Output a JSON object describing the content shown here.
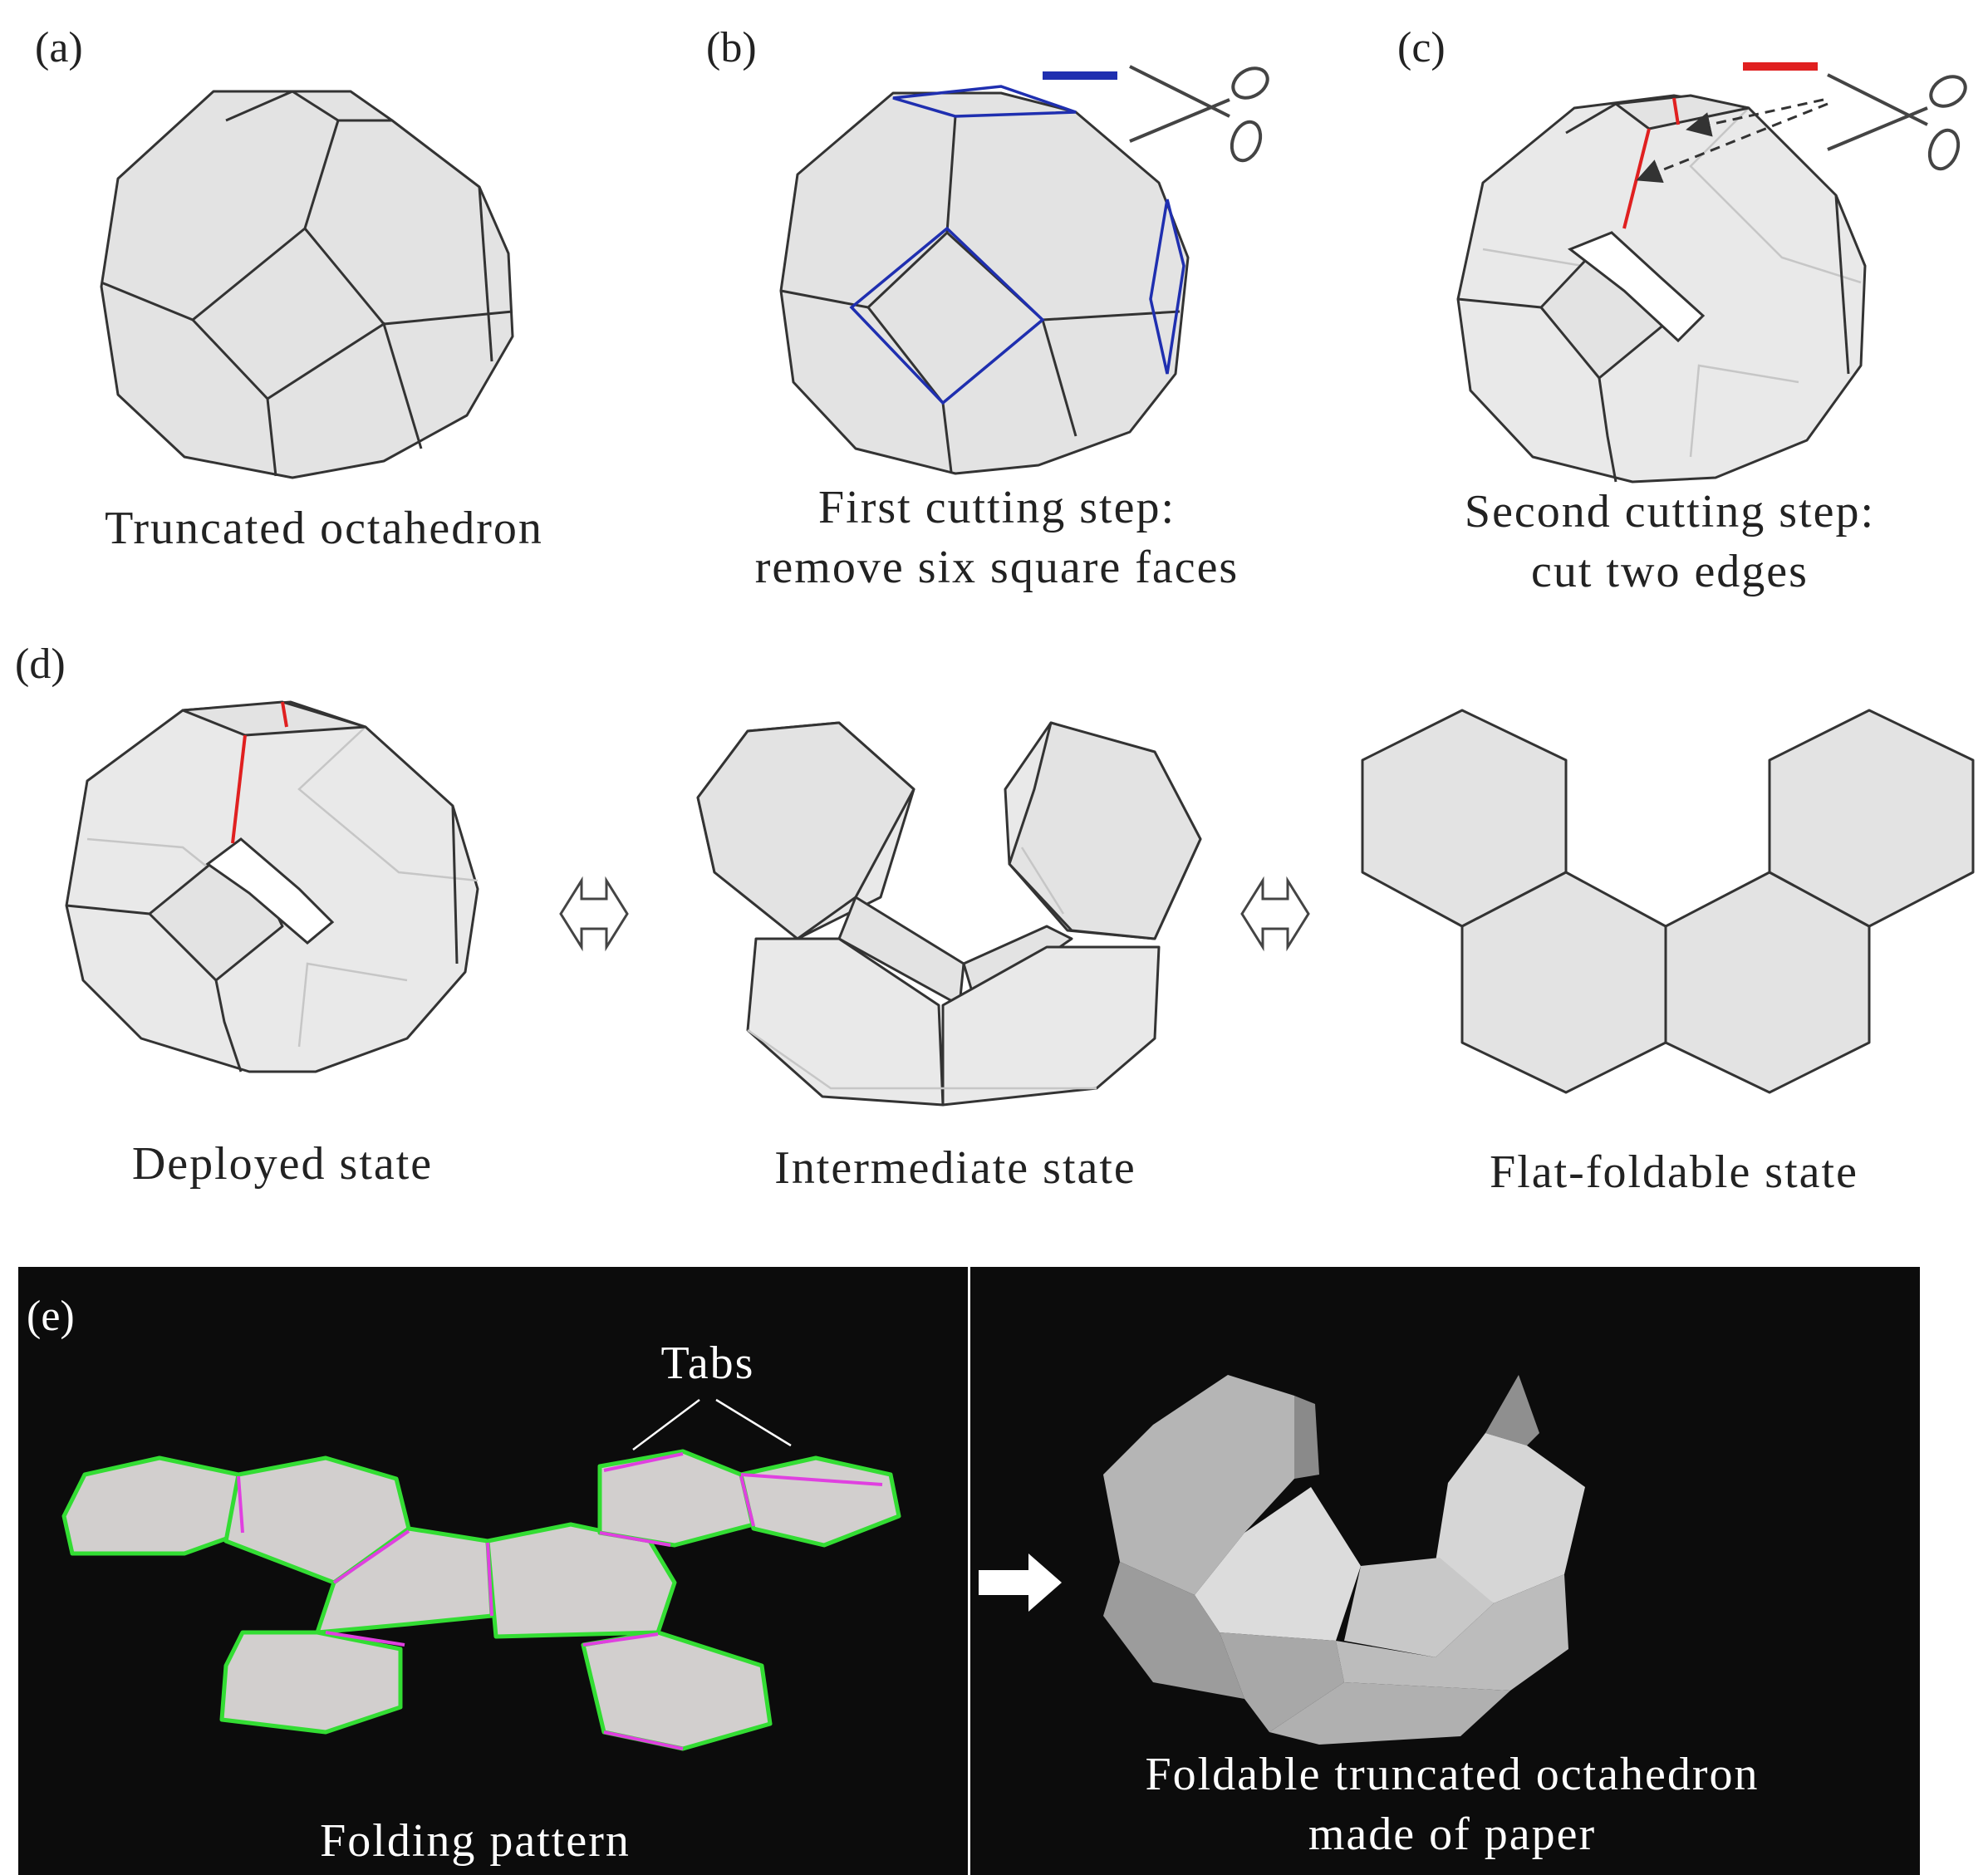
{
  "panels": {
    "a": {
      "label": "(a)",
      "caption": "Truncated octahedron"
    },
    "b": {
      "label": "(b)",
      "caption_line1": "First cutting step:",
      "caption_line2": "remove six square faces"
    },
    "c": {
      "label": "(c)",
      "caption_line1": "Second cutting step:",
      "caption_line2": "cut two edges"
    },
    "d": {
      "label": "(d)",
      "states": [
        "Deployed state",
        "Intermediate state",
        "Flat-foldable state"
      ]
    },
    "e": {
      "label": "(e)",
      "tabs_label": "Tabs",
      "left_caption": "Folding pattern",
      "right_caption_line1": "Foldable truncated octahedron",
      "right_caption_line2": "made of paper"
    }
  },
  "colors": {
    "cut_line_b": "#1f2fb0",
    "cut_line_c": "#e02020",
    "tab_edges": "#e040e0",
    "outline_green": "#33dd33"
  },
  "icons": [
    "scissors-icon",
    "double-arrow-icon",
    "right-arrow-icon"
  ]
}
